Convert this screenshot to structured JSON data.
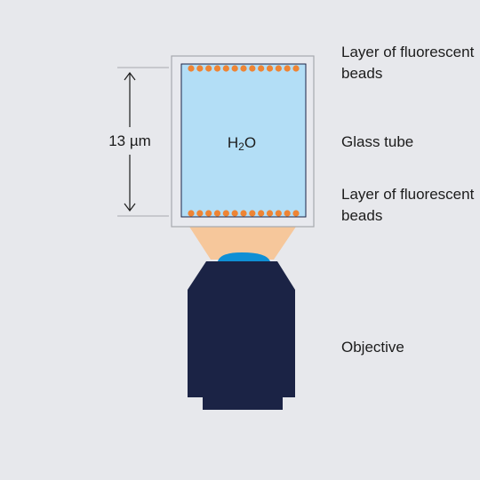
{
  "colors": {
    "background": "#e7e8ec",
    "water": "#b3def6",
    "tube_fill": "#e8e9ee",
    "tube_border": "#a7a9ae",
    "bead": "#ee8434",
    "light_cone": "#f6c79b",
    "objective": "#1b2345",
    "lens": "#0f8fd5",
    "text": "#1c1c1c"
  },
  "icons": {
    "bead": "fluorescent-bead-dot",
    "objective": "microscope-objective-shape",
    "arrow": "double-headed-arrow"
  },
  "dimension": {
    "label": "13 µm"
  },
  "water_label": {
    "base": "H",
    "subscript": "2",
    "suffix": "O"
  },
  "labels": {
    "top_beads": "Layer of fluorescent beads",
    "glass_tube": "Glass tube",
    "bottom_beads": "Layer of fluorescent beads",
    "objective": "Objective"
  },
  "beads": {
    "top_count": 13,
    "bottom_count": 13
  }
}
